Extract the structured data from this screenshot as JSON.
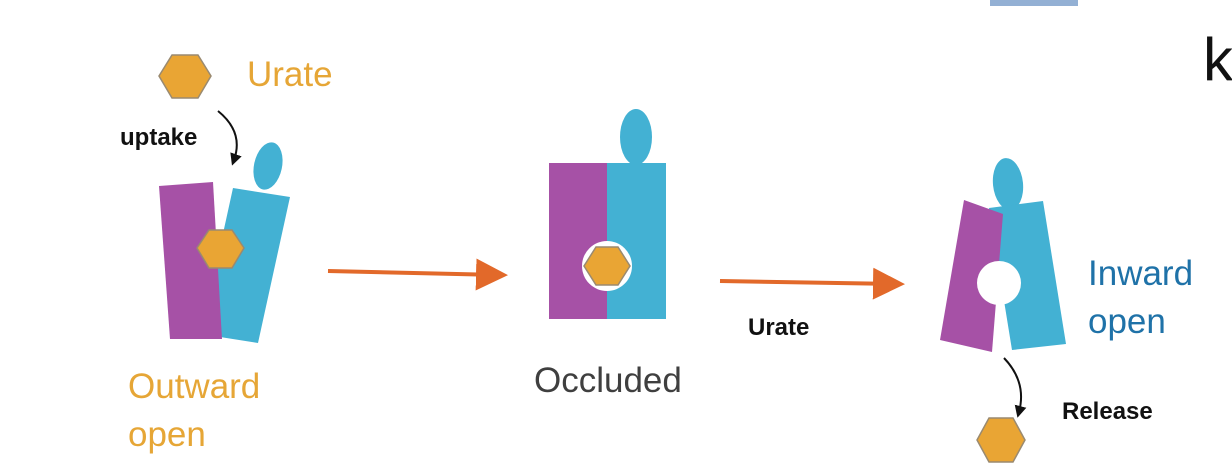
{
  "labels": {
    "urate_top": "Urate",
    "uptake": "uptake",
    "outward_line1": "Outward",
    "outward_line2": "open",
    "occluded": "Occluded",
    "urate_mid": "Urate",
    "inward_line1": "Inward",
    "inward_line2": "open",
    "release": "Release",
    "cut_letter": "k"
  },
  "colors": {
    "purple": "#a651a6",
    "cyan": "#43b1d3",
    "orange_hex": "#e9a534",
    "hex_stroke": "#9a8a70",
    "arrow": "#e2692a",
    "gold_text": "#e6a636",
    "blue_text": "#1f72a8",
    "dark_text": "#3f3f3f",
    "black": "#111111"
  }
}
